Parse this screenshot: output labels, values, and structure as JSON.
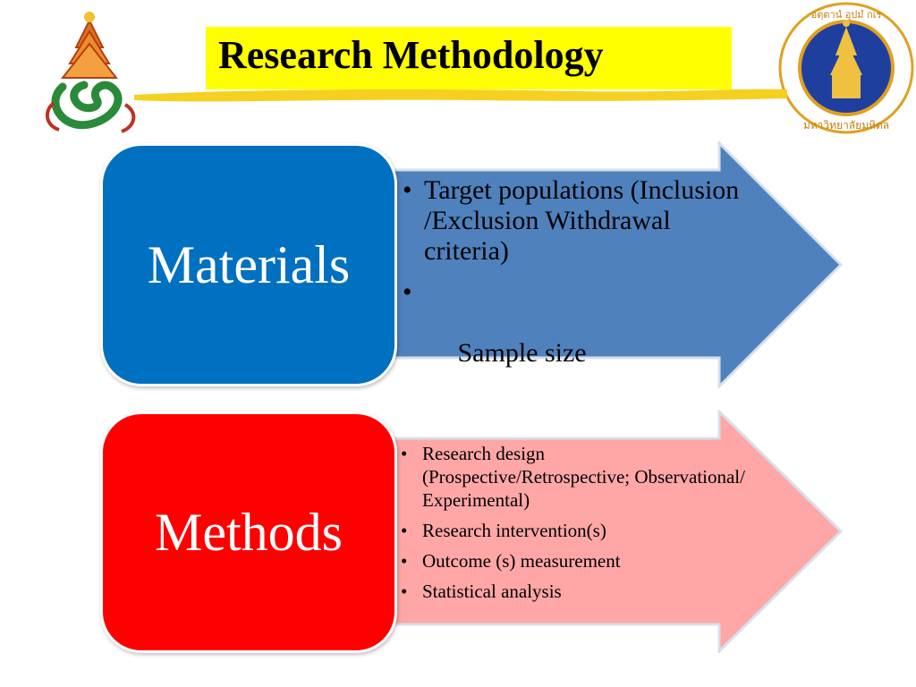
{
  "title": "Research Methodology",
  "colors": {
    "title_bg": "#ffff00",
    "materials_box": "#0070c0",
    "materials_arrow": "#4f81bd",
    "methods_box": "#ff0000",
    "methods_arrow": "#ffa6a6"
  },
  "logos": {
    "left": "university-crest-icon",
    "right": "mahidol-seal-icon",
    "right_arc_text": "อตฺตานํ อุปมํ กเร",
    "right_bottom_text": "มหาวิทยาลัยมหิดล"
  },
  "sections": [
    {
      "label": "Materials",
      "bullet_char": "•",
      "items": [
        "Target populations (Inclusion /Exclusion Withdrawal  criteria)",
        " Sample size"
      ]
    },
    {
      "label": "Methods",
      "bullet_char": "•",
      "items": [
        "Research design (Prospective/Retrospective; Observational/ Experimental)",
        "Research intervention(s)",
        "Outcome (s) measurement",
        "Statistical analysis"
      ]
    }
  ]
}
